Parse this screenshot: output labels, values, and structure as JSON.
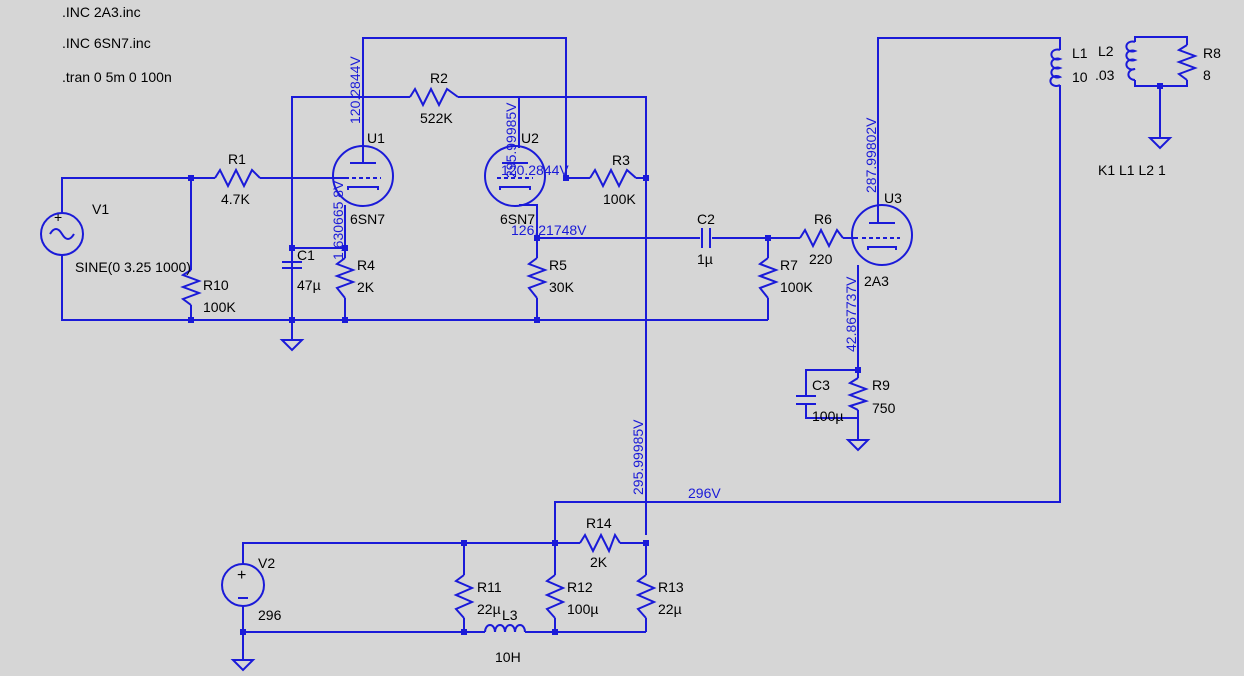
{
  "directives": [
    ".INC 2A3.inc",
    ".INC 6SN7.inc",
    ".tran 0 5m 0 100n"
  ],
  "coupling": "K1 L1 L2 1",
  "components": {
    "V1": {
      "name": "V1",
      "value": "SINE(0 3.25 1000)"
    },
    "V2": {
      "name": "V2",
      "value": "296"
    },
    "R1": {
      "name": "R1",
      "value": "4.7K"
    },
    "R2": {
      "name": "R2",
      "value": "522K"
    },
    "R3": {
      "name": "R3",
      "value": "100K"
    },
    "R4": {
      "name": "R4",
      "value": "2K"
    },
    "R5": {
      "name": "R5",
      "value": "30K"
    },
    "R6": {
      "name": "R6",
      "value": "220"
    },
    "R7": {
      "name": "R7",
      "value": "100K"
    },
    "R8": {
      "name": "R8",
      "value": "8"
    },
    "R9": {
      "name": "R9",
      "value": "750"
    },
    "R10": {
      "name": "R10",
      "value": "100K"
    },
    "R11": {
      "name": "R11",
      "value": "22µ"
    },
    "R12": {
      "name": "R12",
      "value": "100µ"
    },
    "R13": {
      "name": "R13",
      "value": "22µ"
    },
    "R14": {
      "name": "R14",
      "value": "2K"
    },
    "C1": {
      "name": "C1",
      "value": "47µ"
    },
    "C2": {
      "name": "C2",
      "value": "1µ"
    },
    "C3": {
      "name": "C3",
      "value": "100µ"
    },
    "L1": {
      "name": "L1",
      "value": "10"
    },
    "L2": {
      "name": "L2",
      "value": ".03"
    },
    "L3": {
      "name": "L3",
      "value": "10H"
    },
    "U1": {
      "name": "U1",
      "value": "6SN7"
    },
    "U2": {
      "name": "U2",
      "value": "6SN7"
    },
    "U3": {
      "name": "U3",
      "value": "2A3"
    }
  },
  "node_voltages": {
    "u1_plate": "120.2844V",
    "u1_cathode": "1.630665 8V",
    "u2_plate": "295.99985V",
    "u2_grid": "120.2844V",
    "u2_cathode": "126.21748V",
    "u3_plate": "287.99802V",
    "u3_cathode": "42.867737V",
    "supply_rail": "295.99985V",
    "b_plus": "296V"
  },
  "colors": {
    "wire": "#1a1ad8",
    "background": "#d6d6d6",
    "text": "#000000"
  }
}
